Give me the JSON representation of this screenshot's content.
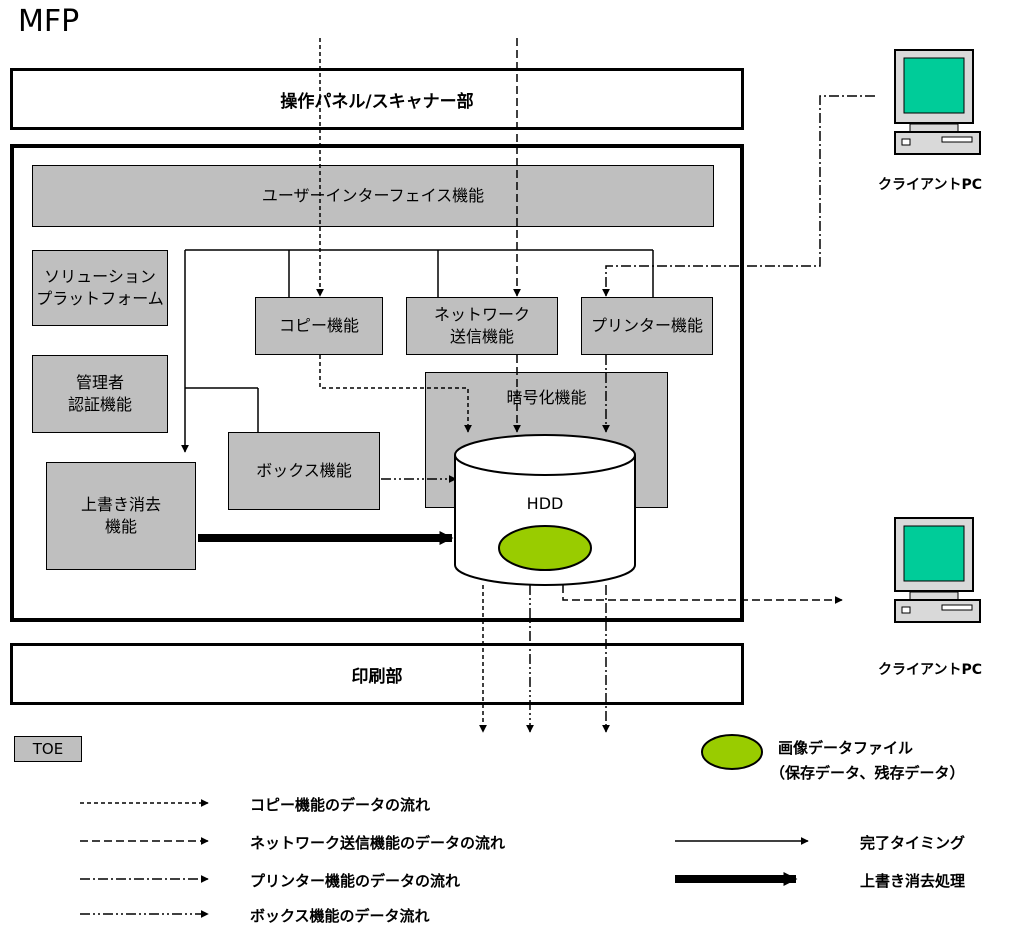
{
  "title": "MFP",
  "bars": {
    "panel": "操作パネル/スキャナー部",
    "print": "印刷部"
  },
  "boxes": {
    "ui": "ユーザーインターフェイス機能",
    "solution": "ソリューション\nプラットフォーム",
    "admin": "管理者\n認証機能",
    "copy": "コピー機能",
    "network": "ネットワーク\n送信機能",
    "printer": "プリンター機能",
    "encrypt": "暗号化機能",
    "box": "ボックス機能",
    "overwrite": "上書き消去\n機能",
    "hdd": "HDD"
  },
  "clients": [
    {
      "label": "クライアントPC"
    },
    {
      "label": "クライアントPC"
    }
  ],
  "toe": "TOE",
  "image_file": {
    "line1": "画像データファイル",
    "line2": "（保存データ、残存データ）"
  },
  "legend": {
    "copy_flow": "コピー機能のデータの流れ",
    "network_flow": "ネットワーク送信機能のデータの流れ",
    "printer_flow": "プリンター機能のデータの流れ",
    "box_flow": "ボックス機能のデータ流れ",
    "completion": "完了タイミング",
    "overwrite": "上書き消去処理"
  },
  "colors": {
    "box_fill": "#bfbfbf",
    "image_file": "#99cc00",
    "monitor_screen": "#00cc99"
  }
}
